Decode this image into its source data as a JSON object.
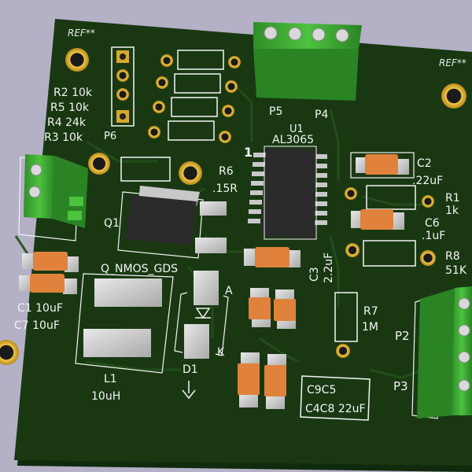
{
  "colors": {
    "background": "#b4b0c6",
    "board": "#193812",
    "board_edge": "#0f2a0c",
    "trace": "#1f4a17",
    "silkscreen": "#f4f4f4",
    "pad": "#c9c9c9",
    "copper_ring": "#d4a92e",
    "terminal_block": "#3fae34",
    "smd_cap_body": "#e0813c",
    "ic_body": "#2b2b2b"
  },
  "board": {
    "ref_left": "REF**",
    "ref_right": "REF**",
    "resistor_values": [
      "R2 10k",
      "R5 10k",
      "R4 24k",
      "R3 10k"
    ],
    "p6": "P6",
    "p5": "P5",
    "p4": "P4",
    "u1_ref": "U1",
    "u1_value": "AL3065",
    "pin1_marker": "1",
    "r6_ref": "R6",
    "r6_value": ".15R",
    "c2_ref": "C2",
    "c2_value": ".22uF",
    "r1_ref": "R1",
    "r1_value": "1k",
    "c6_ref": "C6",
    "c6_value": ".1uF",
    "r8_ref": "R8",
    "r8_value": "51K",
    "q1_ref": "Q1",
    "q1_value": "Q_NMOS_GDS",
    "c3_ref": "C3",
    "c3_value": "2.2uF",
    "r7_ref": "R7",
    "r7_value": "1M",
    "c1": "C1 10uF",
    "c7": "C7 10uF",
    "anode": "A",
    "cathode": "K",
    "d1": "D1",
    "l1_ref": "L1",
    "l1_value": "10uH",
    "p2": "P2",
    "p3": "P3",
    "box_line1": "C9C5",
    "box_line2": "C4C8 22uF"
  }
}
